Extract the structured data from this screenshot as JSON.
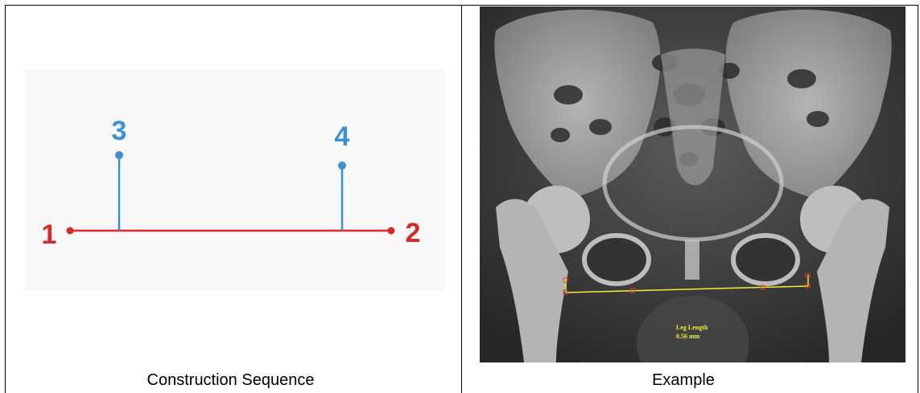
{
  "diagram": {
    "points": [
      {
        "label": "1",
        "color": "#d62a2a"
      },
      {
        "label": "2",
        "color": "#d62a2a"
      },
      {
        "label": "3",
        "color": "#3b8fd4"
      },
      {
        "label": "4",
        "color": "#3b8fd4"
      }
    ]
  },
  "xray": {
    "measurement_name": "Leg Length",
    "measurement_value": "0.56 mm",
    "measure_color": "#f2ec36"
  },
  "captions": {
    "left": "Construction Sequence",
    "right": "Example"
  }
}
